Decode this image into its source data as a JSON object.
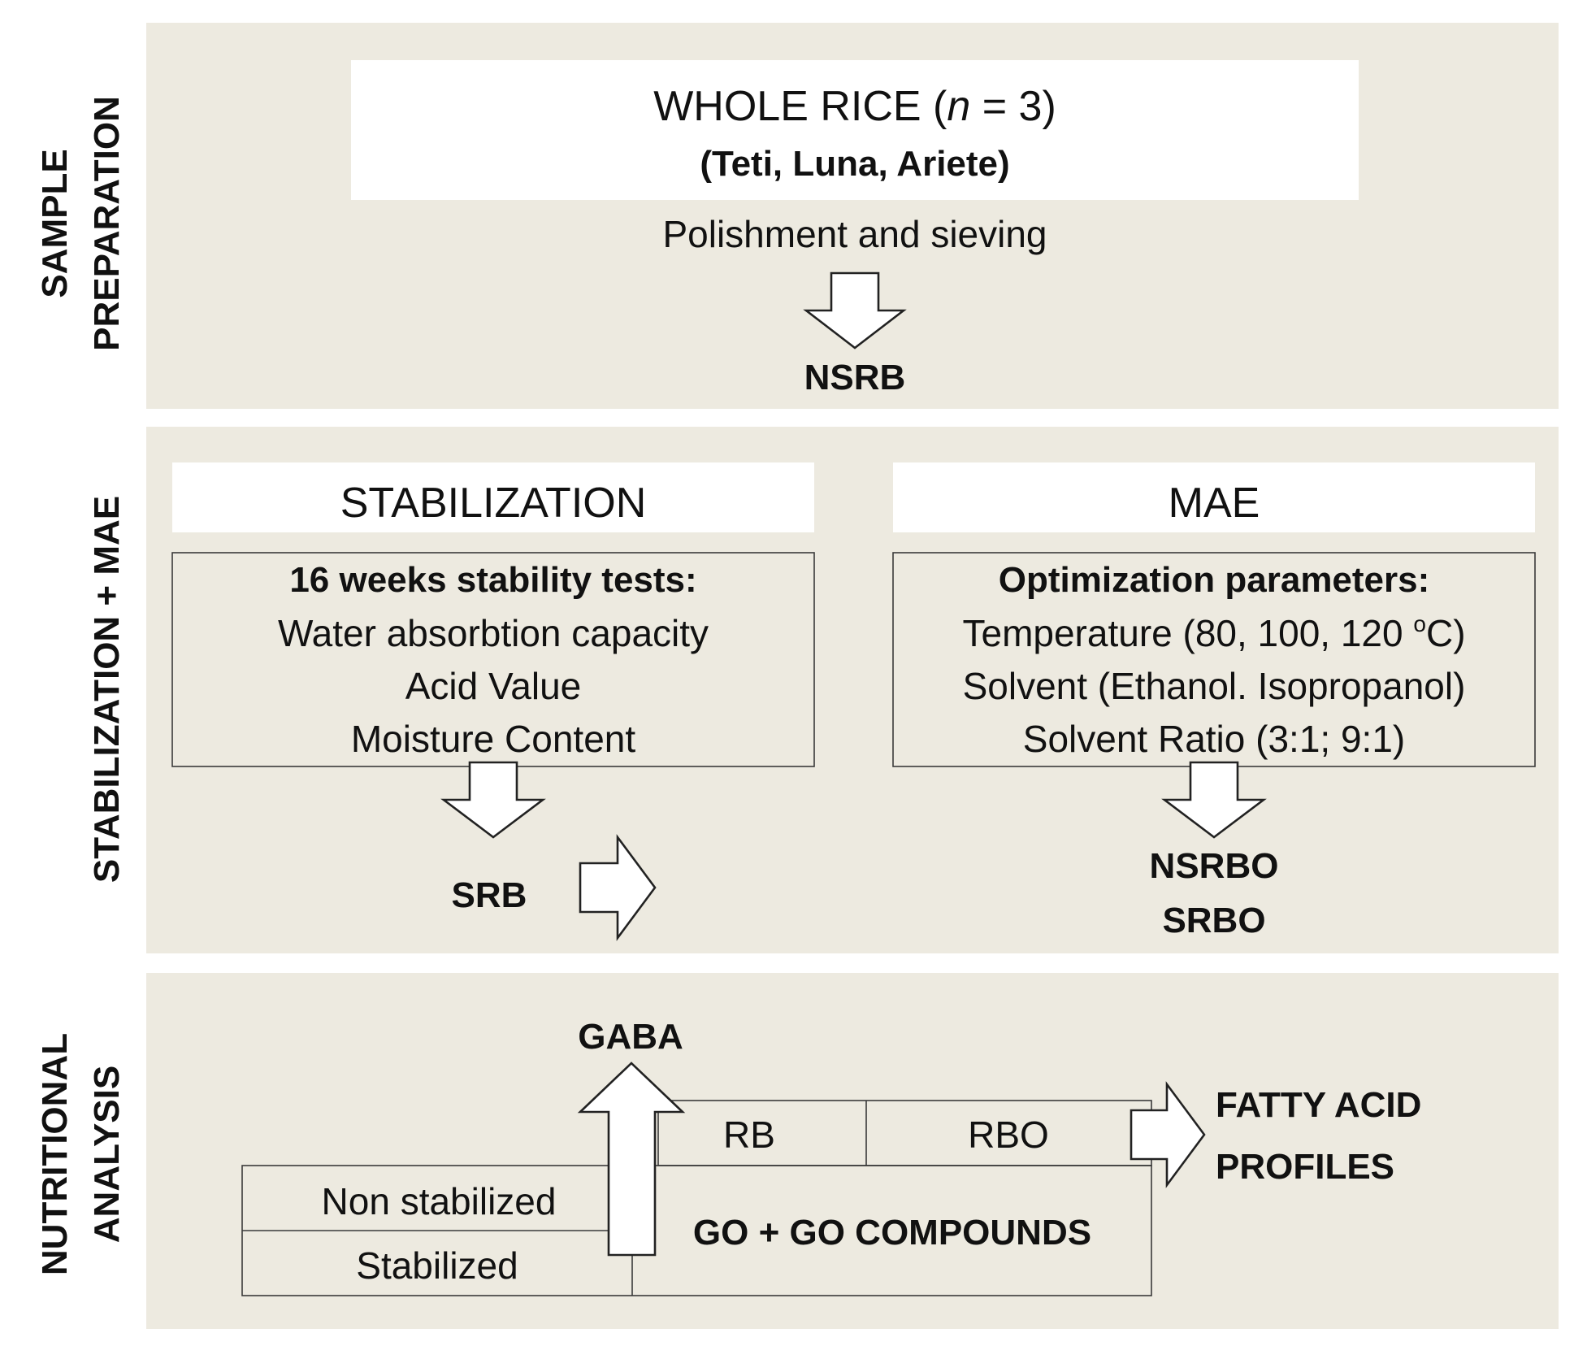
{
  "colors": {
    "panel": "#edeae0",
    "box": "#ffffff",
    "stroke": "#3a3a3a",
    "text": "#111111"
  },
  "sample_preparation": {
    "side_label_line1": "SAMPLE",
    "side_label_line2": "PREPARATION",
    "title_main": "WHOLE RICE (",
    "title_var": "n",
    "title_rest": " = 3)",
    "varieties": "(Teti, Luna, Ariete)",
    "process": "Polishment and sieving",
    "output": "NSRB"
  },
  "stabilization_mae": {
    "side_label": "STABILIZATION + MAE",
    "stabilization": {
      "title": "STABILIZATION",
      "heading": "16 weeks stability tests:",
      "items": [
        "Water absorbtion capacity",
        "Acid Value",
        "Moisture Content"
      ],
      "output": "SRB"
    },
    "mae": {
      "title": "MAE",
      "heading": "Optimization parameters:",
      "temperature_prefix": "Temperature (80, 100, 120 ",
      "temperature_sup": "o",
      "temperature_suffix": "C)",
      "items": [
        "Solvent (Ethanol. Isopropanol)",
        "Solvent Ratio (3:1; 9:1)"
      ],
      "outputs": [
        "NSRBO",
        "SRBO"
      ]
    }
  },
  "nutritional_analysis": {
    "side_label_line1": "NUTRITIONAL",
    "side_label_line2": "ANALYSIS",
    "gaba": "GABA",
    "rb": "RB",
    "rbo": "RBO",
    "non_stabilized": "Non stabilized",
    "stabilized": "Stabilized",
    "go_compounds": "GO  +  GO COMPOUNDS",
    "fatty_acid_line1": "FATTY ACID",
    "fatty_acid_line2": "PROFILES"
  }
}
